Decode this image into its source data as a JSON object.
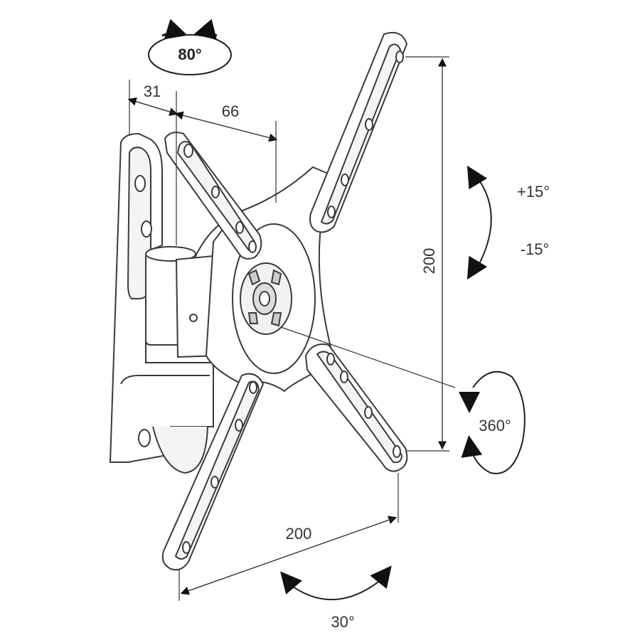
{
  "diagram": {
    "swivel_top": {
      "label": "80°"
    },
    "dimensions": {
      "wall_offset": "31",
      "arm_offset": "66",
      "vertical_span": "200",
      "horizontal_span": "200"
    },
    "tilt": {
      "up": "+15°",
      "down": "-15°"
    },
    "rotation": {
      "label": "360°"
    },
    "swivel_bottom": {
      "label": "30°"
    }
  },
  "colors": {
    "line": "#3a3a3a",
    "fill": "#ffffff",
    "shade": "#dcdcdc"
  }
}
